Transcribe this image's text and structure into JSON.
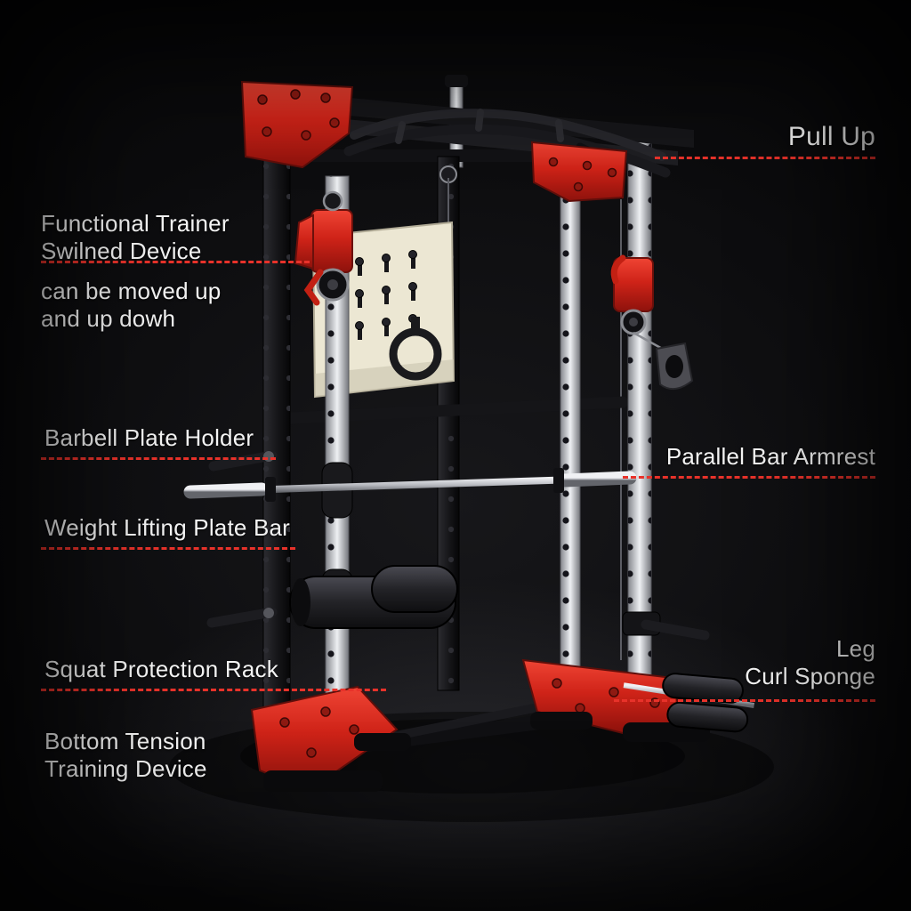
{
  "page": {
    "title": "Multi-function Smith Machine annotated product image"
  },
  "colors": {
    "background": "#0a0a0c",
    "label_text": "#f4f4f4",
    "leader_line_red": "#e8322a",
    "machine_red": "#d8261b",
    "machine_black": "#17171a",
    "machine_chrome": "#d9dadf"
  },
  "labels": {
    "pull_up": "Pull Up",
    "functional_trainer": "Functional Trainer\nSwilned Device",
    "functional_trainer_note": "can be moved up\nand up dowh",
    "barbell_plate_holder": "Barbell Plate Holder",
    "parallel_bar_armrest": "Parallel Bar Armrest",
    "weight_lifting_plate_bar": "Weight Lifting Plate Bar",
    "squat_protection_rack": "Squat Protection Rack",
    "leg_curl_sponge": "Leg\nCurl Sponge",
    "bottom_tension_training_device": "Bottom Tension\nTraining Device"
  }
}
